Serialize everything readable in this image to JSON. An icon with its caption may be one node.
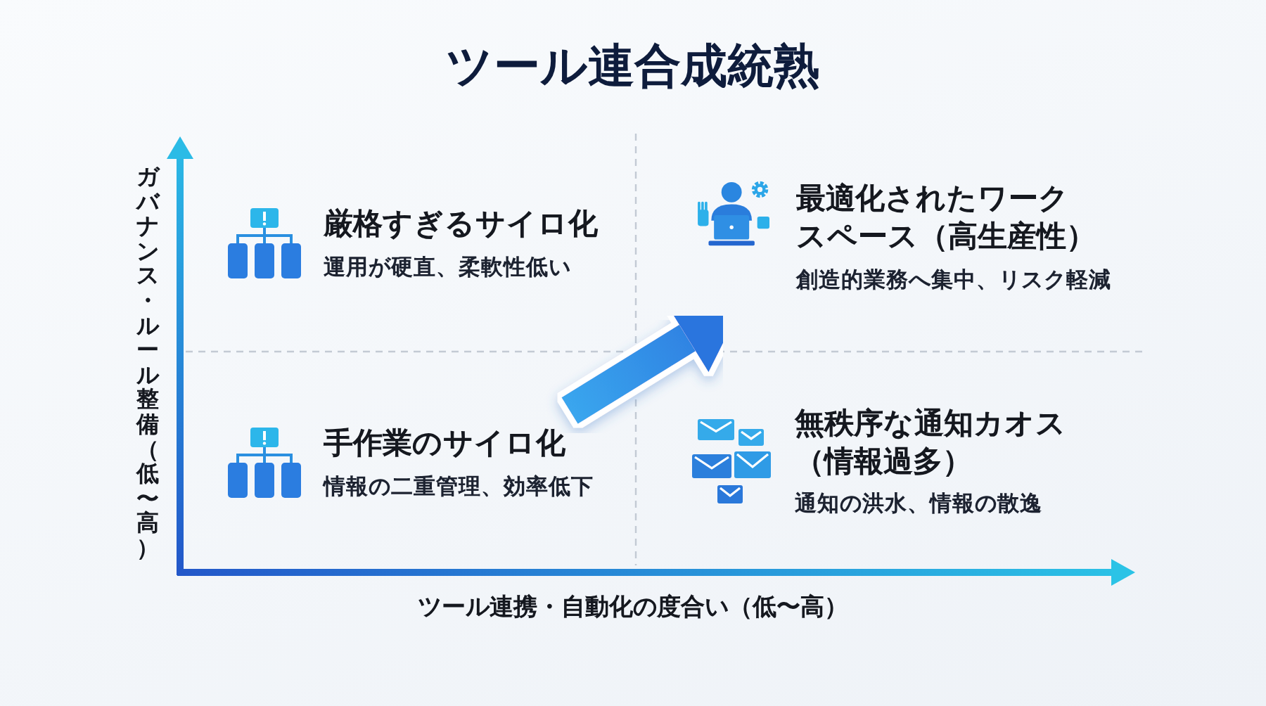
{
  "diagram": {
    "title": "ツール連合成統熟",
    "nodes": [
      {
        "text": [
          "厳格すぎるサイロ化",
          "運用が硬直、柔軟性低い"
        ]
      },
      {
        "text": [
          "最適化されたワークスペース（高生産性）",
          "創造的業務へ集中、リスク軽減"
        ]
      },
      {
        "text": [
          "手作業のサイロ化",
          "情報の二重管理、効率低下"
        ]
      },
      {
        "text": [
          "無秩序な通知カオス（情報過多）",
          "通知の洪水、情報の散逸"
        ]
      }
    ],
    "edges": [
      {
        "from": 2,
        "to": 1,
        "arrow": "to",
        "style": "thick"
      }
    ],
    "labels": [
      "ガバナンス・ルール整備（低〜高）",
      "ツール連携・自動化の度合い（低〜高）"
    ]
  }
}
